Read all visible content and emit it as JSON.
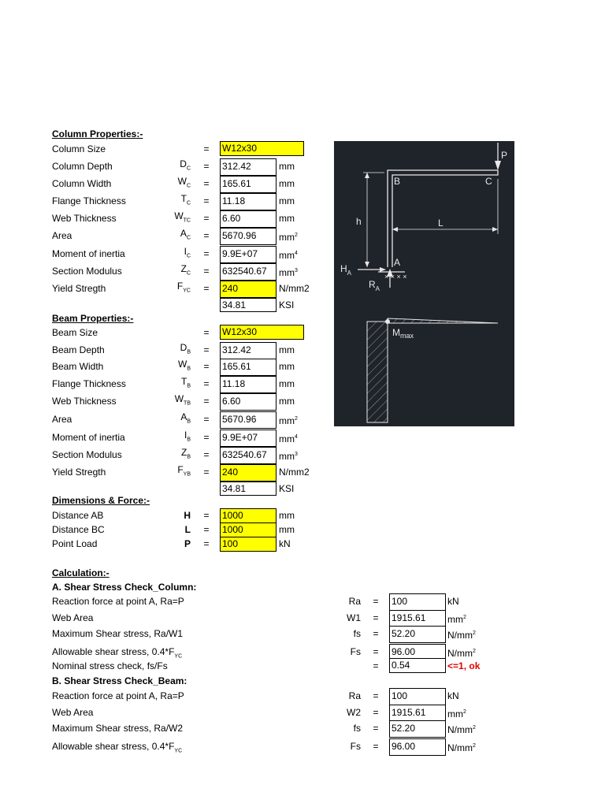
{
  "column": {
    "title": "Column Properties:-",
    "rows": [
      {
        "label": "Column Size",
        "sym": "",
        "sub": "",
        "value": "W12x30",
        "unit": "",
        "sup": ""
      },
      {
        "label": "Column Depth",
        "sym": "D",
        "sub": "C",
        "value": "312.42",
        "unit": "mm",
        "sup": ""
      },
      {
        "label": "Column Width",
        "sym": "W",
        "sub": "C",
        "value": "165.61",
        "unit": "mm",
        "sup": ""
      },
      {
        "label": "Flange Thickness",
        "sym": "T",
        "sub": "C",
        "value": "11.18",
        "unit": "mm",
        "sup": ""
      },
      {
        "label": "Web Thickness",
        "sym": "W",
        "sub": "TC",
        "value": "6.60",
        "unit": "mm",
        "sup": ""
      },
      {
        "label": "Area",
        "sym": "A",
        "sub": "C",
        "value": "5670.96",
        "unit": "mm",
        "sup": "2"
      },
      {
        "label": "Moment of inertia",
        "sym": "I",
        "sub": "C",
        "value": "9.9E+07",
        "unit": "mm",
        "sup": "4"
      },
      {
        "label": "Section Modulus",
        "sym": "Z",
        "sub": "C",
        "value": "632540.67",
        "unit": "mm",
        "sup": "3"
      },
      {
        "label": "Yield Stregth",
        "sym": "F",
        "sub": "YC",
        "value": "240",
        "unit": "N/mm2",
        "sup": ""
      }
    ],
    "ksi_value": "34.81",
    "ksi_unit": "KSI"
  },
  "beam": {
    "title": "Beam Properties:-",
    "rows": [
      {
        "label": "Beam Size",
        "sym": "",
        "sub": "",
        "value": "W12x30",
        "unit": "",
        "sup": ""
      },
      {
        "label": "Beam Depth",
        "sym": "D",
        "sub": "B",
        "value": "312.42",
        "unit": "mm",
        "sup": ""
      },
      {
        "label": "Beam Width",
        "sym": "W",
        "sub": "B",
        "value": "165.61",
        "unit": "mm",
        "sup": ""
      },
      {
        "label": "Flange Thickness",
        "sym": "T",
        "sub": "B",
        "value": "11.18",
        "unit": "mm",
        "sup": ""
      },
      {
        "label": "Web Thickness",
        "sym": "W",
        "sub": "TB",
        "value": "6.60",
        "unit": "mm",
        "sup": ""
      },
      {
        "label": "Area",
        "sym": "A",
        "sub": "B",
        "value": "5670.96",
        "unit": "mm",
        "sup": "2"
      },
      {
        "label": "Moment of inertia",
        "sym": "I",
        "sub": "B",
        "value": "9.9E+07",
        "unit": "mm",
        "sup": "4"
      },
      {
        "label": "Section Modulus",
        "sym": "Z",
        "sub": "B",
        "value": "632540.67",
        "unit": "mm",
        "sup": "3"
      },
      {
        "label": "Yield Stregth",
        "sym": "F",
        "sub": "YB",
        "value": "240",
        "unit": "N/mm2",
        "sup": ""
      }
    ],
    "ksi_value": "34.81",
    "ksi_unit": "KSI"
  },
  "dims": {
    "title": "Dimensions & Force:-",
    "rows": [
      {
        "label": "Distance AB",
        "sym": "H",
        "value": "1000",
        "unit": "mm"
      },
      {
        "label": "Distance BC",
        "sym": "L",
        "value": "1000",
        "unit": "mm"
      },
      {
        "label": "Point Load",
        "sym": "P",
        "value": "100",
        "unit": "kN"
      }
    ]
  },
  "calc": {
    "title": "Calculation:-",
    "section_a": "A. Shear Stress Check_Column:",
    "rows_a": [
      {
        "label": "Reaction force at point A, Ra=P",
        "sym": "Ra",
        "value": "100",
        "unit": "kN",
        "sup": "",
        "label_sub": ""
      },
      {
        "label": "Web Area",
        "sym": "W1",
        "value": "1915.61",
        "unit": "mm",
        "sup": "2",
        "label_sub": ""
      },
      {
        "label": "Maximum Shear stress, Ra/W1",
        "sym": "fs",
        "value": "52.20",
        "unit": "N/mm",
        "sup": "2",
        "label_sub": ""
      },
      {
        "label": "Allowable shear stress, 0.4*F",
        "sym": "Fs",
        "value": "96.00",
        "unit": "N/mm",
        "sup": "2",
        "label_sub": "YC"
      },
      {
        "label": "Nominal stress check, fs/Fs",
        "sym": "",
        "value": "0.54",
        "unit": "<=1, ok",
        "sup": "",
        "label_sub": ""
      }
    ],
    "section_b": "B. Shear Stress Check_Beam:",
    "rows_b": [
      {
        "label": "Reaction force at point A, Ra=P",
        "sym": "Ra",
        "value": "100",
        "unit": "kN",
        "sup": "",
        "label_sub": ""
      },
      {
        "label": "Web Area",
        "sym": "W2",
        "value": "1915.61",
        "unit": "mm",
        "sup": "2",
        "label_sub": ""
      },
      {
        "label": "Maximum Shear stress, Ra/W2",
        "sym": "fs",
        "value": "52.20",
        "unit": "N/mm",
        "sup": "2",
        "label_sub": ""
      },
      {
        "label": "Allowable shear stress, 0.4*F",
        "sym": "Fs",
        "value": "96.00",
        "unit": "N/mm",
        "sup": "2",
        "label_sub": "YC"
      }
    ]
  },
  "figure": {
    "P": "P",
    "B": "B",
    "C": "C",
    "h": "h",
    "L": "L",
    "A": "A",
    "HA": "H",
    "HA_sub": "A",
    "RA": "R",
    "RA_sub": "A",
    "Mmax": "M",
    "Mmax_sub": "max",
    "bg_color": "#1f232a",
    "line_color": "#e8e8e8"
  },
  "equals_sign": "="
}
